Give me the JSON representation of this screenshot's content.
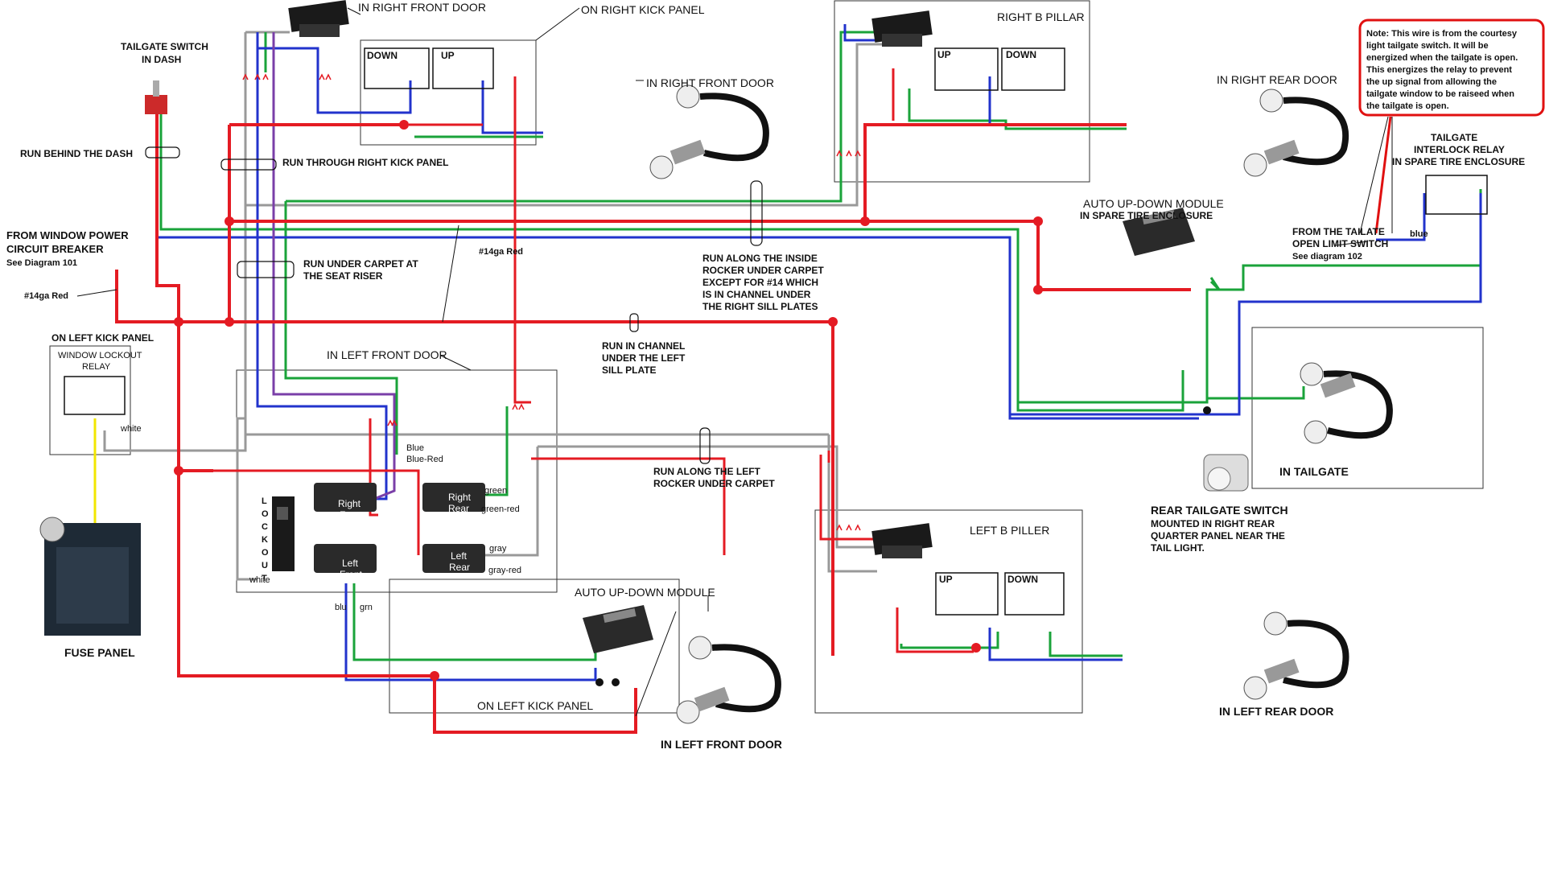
{
  "labels": {
    "tailgate_switch_dash": [
      "TAILGATE SWITCH",
      "IN DASH"
    ],
    "run_behind_dash": "RUN BEHIND THE DASH",
    "from_window_power": [
      "FROM WINDOW POWER",
      "CIRCUIT BREAKER"
    ],
    "see_diagram_101": "See Diagram 101",
    "red_14ga_left": "#14ga Red",
    "red_14ga_mid": "#14ga Red",
    "on_left_kick_panel_relay": "ON LEFT KICK PANEL",
    "window_lockout_relay": [
      "WINDOW LOCKOUT",
      "RELAY"
    ],
    "white_relay": "white",
    "fuse_panel": "FUSE PANEL",
    "in_right_front_door_top": "IN RIGHT FRONT DOOR",
    "on_right_kick_panel": "ON RIGHT KICK PANEL",
    "in_right_front_door_motor": "IN RIGHT FRONT DOOR",
    "run_through_right_kick": "RUN THROUGH RIGHT KICK PANEL",
    "run_under_carpet": [
      "RUN UNDER CARPET AT",
      "THE SEAT RISER"
    ],
    "in_left_front_door_panel": "IN LEFT FRONT DOOR",
    "run_in_channel": [
      "RUN IN CHANNEL",
      "UNDER THE LEFT",
      "SILL PLATE"
    ],
    "run_along_inside": [
      "RUN ALONG THE INSIDE",
      "ROCKER UNDER CARPET",
      "EXCEPT FOR #14 WHICH",
      "IS IN CHANNEL UNDER",
      "THE RIGHT SILL PLATES"
    ],
    "right_b_pillar": "RIGHT B PILLAR",
    "in_right_rear_door": "IN RIGHT REAR DOOR",
    "note": [
      "Note: This wire is from the courtesy",
      "light tailgate switch. It will be",
      "energized when the tailgate is open.",
      "This energizes the relay to prevent",
      "the up signal from allowing the",
      "tailgate window to be raiseed when",
      "the tailgate is open."
    ],
    "tailgate_interlock": [
      "TAILGATE",
      "INTERLOCK RELAY",
      "IN SPARE TIRE ENCLOSURE"
    ],
    "from_tailgate_limit": [
      "FROM THE TAILATE",
      "OPEN LIMIT SWITCH"
    ],
    "see_diagram_102": "See diagram 102",
    "blue_interlock": "blue",
    "auto_module_right": [
      "AUTO UP-DOWN MODULE",
      "IN SPARE TIRE ENCLOSURE"
    ],
    "in_tailgate": "IN TAILGATE",
    "rear_tailgate_switch": "REAR TAILGATE SWITCH",
    "rear_tailgate_switch_sub": [
      "MOUNTED IN RIGHT REAR",
      "QUARTER PANEL NEAR THE",
      "TAIL LIGHT."
    ],
    "run_along_left_rocker": [
      "RUN ALONG THE LEFT",
      "ROCKER UNDER CARPET"
    ],
    "left_b_piller": "LEFT B PILLER",
    "in_left_rear_door": "IN LEFT REAR DOOR",
    "auto_module_left": "AUTO UP-DOWN MODULE",
    "on_left_kick_panel_bottom": "ON LEFT KICK PANEL",
    "in_left_front_door_bottom": "IN LEFT FRONT DOOR",
    "lockout": [
      "L",
      "O",
      "C",
      "K",
      "O",
      "U",
      "T"
    ],
    "white_lockout": "white",
    "sw_right_front": [
      "Right",
      "Front"
    ],
    "sw_left_front": [
      "Left",
      "Front"
    ],
    "sw_right_rear": [
      "Right",
      "Rear"
    ],
    "sw_left_rear": [
      "Left",
      "Rear"
    ],
    "blue": "Blue",
    "blue_red": "Blue-Red",
    "green": "green",
    "green_red": "green-red",
    "gray": "gray",
    "gray_red": "gray-red",
    "blu": "blu",
    "grn": "grn",
    "up": "UP",
    "down": "DOWN"
  },
  "colors": {
    "red": "#e41b23",
    "blue": "#2233cc",
    "green": "#1aa33a",
    "gray": "#999999",
    "purple": "#7a3fa8",
    "yellow": "#f2e600",
    "black": "#111111",
    "note_border": "#e01010"
  }
}
